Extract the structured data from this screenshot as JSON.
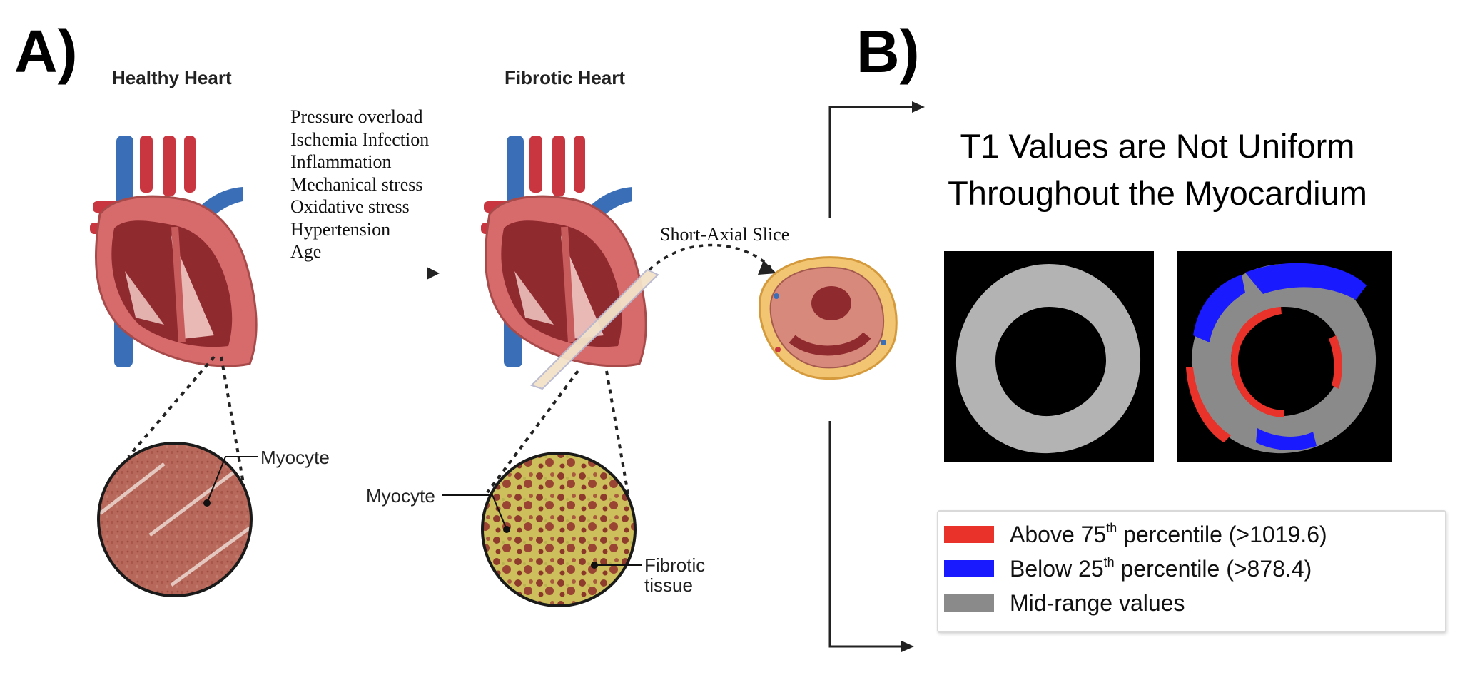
{
  "panel_a": {
    "label": "A)",
    "healthy_title": "Healthy Heart",
    "fibrotic_title": "Fibrotic Heart",
    "causes": [
      "Pressure overload",
      "Ischemia Infection",
      "Inflammation",
      "Mechanical stress",
      "Oxidative stress",
      "Hypertension",
      "Age"
    ],
    "slice_label": "Short-Axial Slice",
    "healthy_zoom_label": "Myocyte",
    "fibrotic_zoom_myocyte_label": "Myocyte",
    "fibrotic_tissue_label_line1": "Fibrotic",
    "fibrotic_tissue_label_line2": "tissue"
  },
  "panel_b": {
    "label": "B)",
    "title_line1": "T1 Values are Not Uniform",
    "title_line2": "Throughout the Myocardium",
    "legend": [
      {
        "prefix": "Above 75",
        "sup": "th",
        "suffix": " percentile (>1019.6)",
        "color": "#e8322a"
      },
      {
        "prefix": "Below 25",
        "sup": "th",
        "suffix": " percentile (>878.4)",
        "color": "#1a1aff"
      },
      {
        "prefix": "Mid-range values",
        "sup": "",
        "suffix": "",
        "color": "#8a8a8a"
      }
    ]
  },
  "colors": {
    "artery_red": "#c9363f",
    "vein_blue": "#3a6fb8",
    "myocardium": "#d76b6b",
    "chamber_dark": "#8f2a2f",
    "fibrotic_yellow": "#cfc460"
  }
}
